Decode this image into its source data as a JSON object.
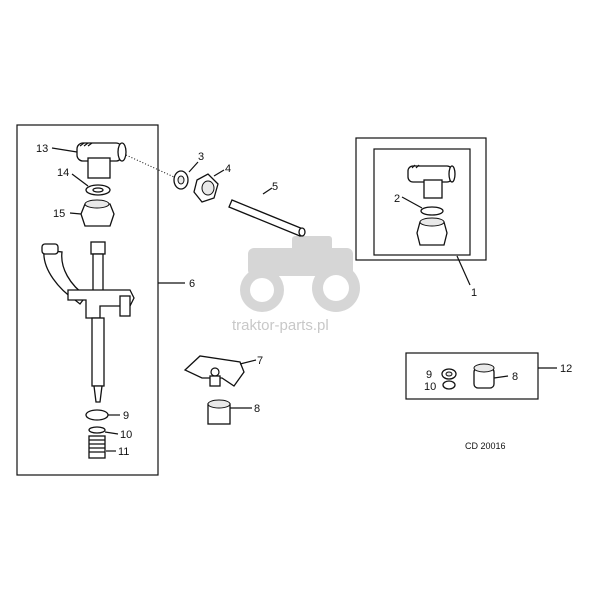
{
  "diagram": {
    "code": "CD 20016",
    "watermark": "traktor-parts.pl",
    "callouts": {
      "c1": "1",
      "c2": "2",
      "c3": "3",
      "c4": "4",
      "c5": "5",
      "c6": "6",
      "c7": "7",
      "c8a": "8",
      "c8b": "8",
      "c9a": "9",
      "c9b": "9",
      "c10a": "10",
      "c10b": "10",
      "c11": "11",
      "c12": "12",
      "c13": "13",
      "c14": "14",
      "c15": "15"
    }
  }
}
